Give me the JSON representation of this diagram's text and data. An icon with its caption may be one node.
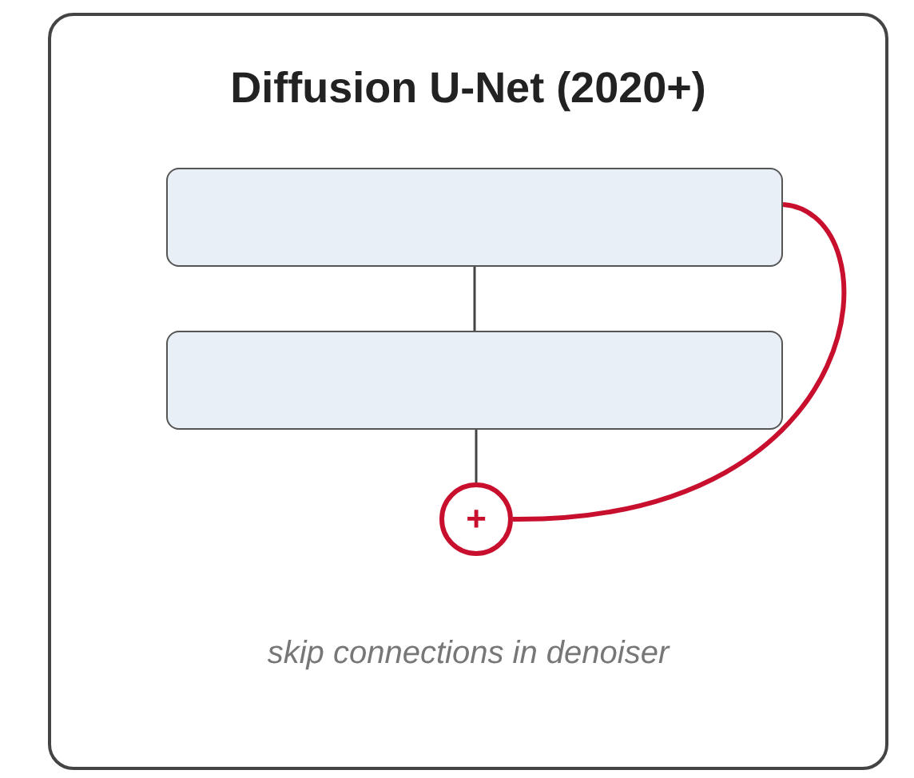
{
  "diagram": {
    "nodes": [
      {
        "text": [
          "Diffusion U-Net (2020+)",
          "skip connections in denoiser"
        ]
      },
      {
        "text": [],
        "shape": "box",
        "in": 0
      },
      {
        "text": [],
        "shape": "box",
        "in": 0
      },
      {
        "text": [
          "+"
        ],
        "in": 0
      }
    ],
    "edges": [
      {
        "from": 1,
        "to": 2,
        "arrow": "none"
      },
      {
        "from": 2,
        "to": 3,
        "arrow": "none"
      },
      {
        "from": 1,
        "to": 3,
        "arrow": "none",
        "color": "#c8102e",
        "style": "thick"
      }
    ]
  }
}
